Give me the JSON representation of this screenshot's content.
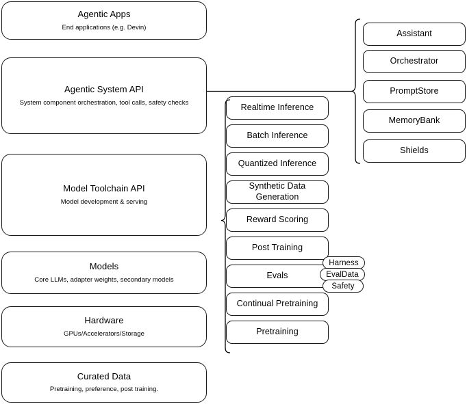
{
  "diagram": {
    "title": "Agentic AI stack layer diagram",
    "line_color": "#000000",
    "box_fill": "#ffffff",
    "text_color": "#000000"
  },
  "stack_layers": [
    {
      "title": "Agentic Apps",
      "subtitle": "End applications (e.g. Devin)"
    },
    {
      "title": "Agentic System API",
      "subtitle": "System component orchestration, tool calls, safety checks"
    },
    {
      "title": "Model Toolchain API",
      "subtitle": "Model development & serving"
    },
    {
      "title": "Models",
      "subtitle": "Core LLMs, adapter weights, secondary models"
    },
    {
      "title": "Hardware",
      "subtitle": "GPUs/Accelerators/Storage"
    },
    {
      "title": "Curated Data",
      "subtitle": "Pretraining, preference, post training."
    }
  ],
  "toolchain_components": [
    {
      "label": "Realtime Inference"
    },
    {
      "label": "Batch Inference"
    },
    {
      "label": "Quantized Inference"
    },
    {
      "label": "Synthetic Data Generation"
    },
    {
      "label": "Reward Scoring"
    },
    {
      "label": "Post Training"
    },
    {
      "label": "Evals"
    },
    {
      "label": "Continual Pretraining"
    },
    {
      "label": "Pretraining"
    }
  ],
  "eval_badges": [
    {
      "label": "Harness"
    },
    {
      "label": "EvalData"
    },
    {
      "label": "Safety"
    }
  ],
  "system_components": [
    {
      "label": "Assistant"
    },
    {
      "label": "Orchestrator"
    },
    {
      "label": "PromptStore"
    },
    {
      "label": "MemoryBank"
    },
    {
      "label": "Shields"
    }
  ]
}
